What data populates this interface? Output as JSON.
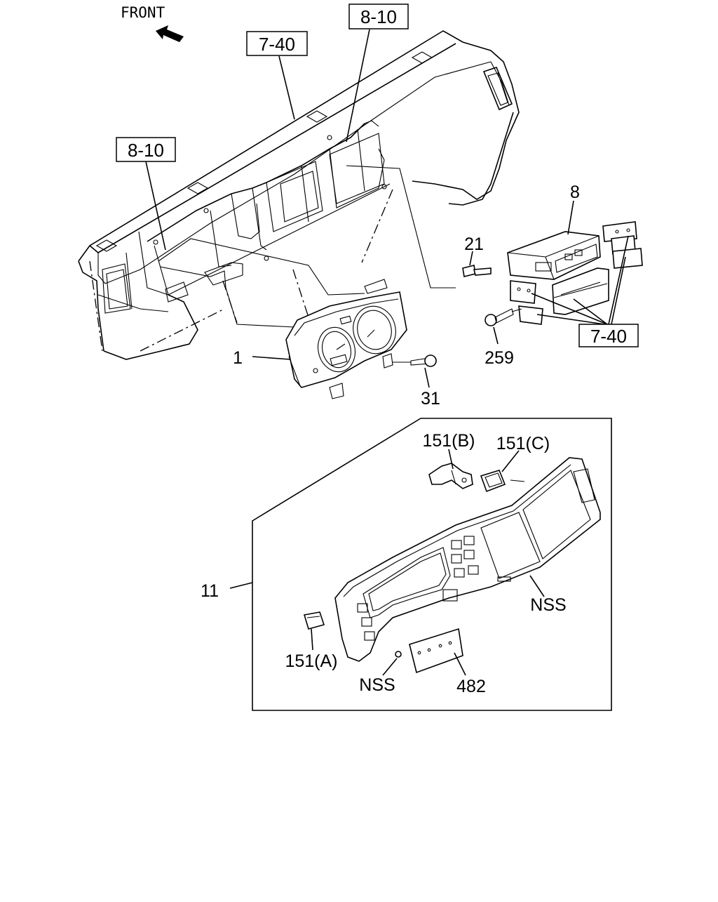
{
  "front_label": "FRONT",
  "ref_boxes": {
    "ref_7_40_top": "7-40",
    "ref_8_10_top": "8-10",
    "ref_8_10_left": "8-10",
    "ref_7_40_right": "7-40"
  },
  "part_labels": {
    "p1": "1",
    "p8": "8",
    "p21": "21",
    "p31": "31",
    "p259": "259",
    "p11": "11",
    "p151b": "151(B)",
    "p151c": "151(C)",
    "p151a": "151(A)",
    "nss_right": "NSS",
    "nss_bottom": "NSS",
    "p482": "482"
  },
  "icons": {
    "front_arrow": "front-arrow-icon"
  }
}
